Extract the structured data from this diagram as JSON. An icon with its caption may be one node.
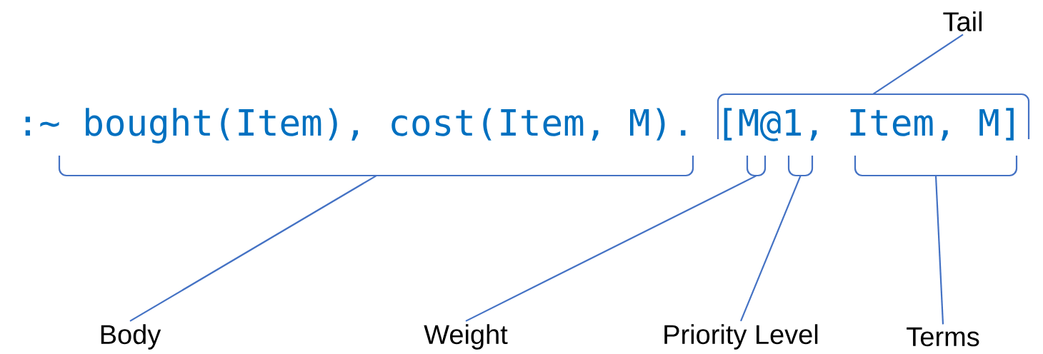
{
  "diagram": {
    "nodes": [
      {
        "text": [
          "Tail"
        ]
      },
      {
        "text": [],
        "shape": "bracket"
      },
      {
        "text": [],
        "shape": "bracket"
      },
      {
        "text": [],
        "shape": "bracket"
      },
      {
        "text": [],
        "shape": "bracket"
      },
      {
        "text": [],
        "shape": "bracket"
      },
      {
        "text": [
          "Body"
        ]
      },
      {
        "text": [
          "Weight"
        ]
      },
      {
        "text": [
          "Priority Level"
        ]
      },
      {
        "text": [
          "Terms"
        ]
      }
    ],
    "edges": [
      {
        "from": 0,
        "to": 1,
        "arrow": "none"
      },
      {
        "from": 6,
        "to": 2,
        "arrow": "none"
      },
      {
        "from": 7,
        "to": 3,
        "arrow": "none"
      },
      {
        "from": 8,
        "to": 4,
        "arrow": "none"
      },
      {
        "from": 9,
        "to": 5,
        "arrow": "none"
      }
    ],
    "labels": [
      ":~ bought(Item), cost(Item, M). [M@1, Item, M]"
    ]
  }
}
